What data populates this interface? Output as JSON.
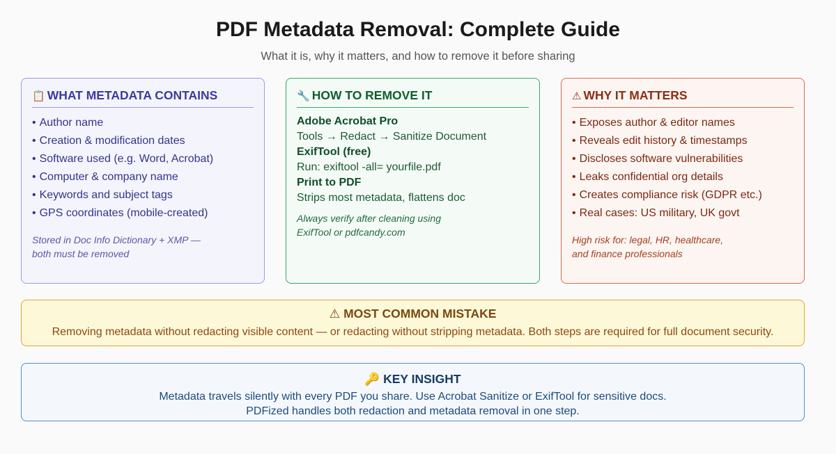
{
  "header": {
    "title": "PDF Metadata Removal: Complete Guide",
    "subtitle": "What it is, why it matters, and how to remove it before sharing"
  },
  "metadata_card": {
    "icon": "clipboard-icon",
    "title": "WHAT METADATA CONTAINS",
    "items": [
      "Author name",
      "Creation & modification dates",
      "Software used (e.g. Word, Acrobat)",
      "Computer & company name",
      "Keywords and subject tags",
      "GPS coordinates (mobile-created)"
    ],
    "note_line1": "Stored in Doc Info Dictionary + XMP —",
    "note_line2": "both must be removed",
    "color": "#9d9be0"
  },
  "remove_card": {
    "icon": "wrench-icon",
    "title": "HOW TO REMOVE IT",
    "methods": [
      {
        "name": "Adobe Acrobat Pro",
        "desc": "Tools → Redact → Sanitize Document"
      },
      {
        "name": "ExifTool (free)",
        "desc": "Run: exiftool -all= yourfile.pdf"
      },
      {
        "name": "Print to PDF",
        "desc": "Strips most metadata, flattens doc"
      }
    ],
    "note_line1": "Always verify after cleaning using",
    "note_line2": "ExifTool or pdfcandy.com",
    "color": "#33a866"
  },
  "why_card": {
    "icon": "warning-icon",
    "title": "WHY IT MATTERS",
    "items": [
      "Exposes author & editor names",
      "Reveals edit history & timestamps",
      "Discloses software vulnerabilities",
      "Leaks confidential org details",
      "Creates compliance risk (GDPR etc.)",
      "Real cases: US military, UK govt"
    ],
    "note_line1": "High risk for: legal, HR, healthcare,",
    "note_line2": "and finance professionals",
    "color": "#e06a4c"
  },
  "mistake": {
    "icon": "warning-icon",
    "title": "MOST COMMON MISTAKE",
    "text": "Removing metadata without redacting visible content — or redacting without stripping metadata. Both steps are required for full document security.",
    "color": "#e0a630"
  },
  "insight": {
    "icon": "key-icon",
    "title": "KEY INSIGHT",
    "line1": "Metadata travels silently with every PDF you share. Use Acrobat Sanitize or ExifTool for sensitive docs.",
    "line2": "PDFized handles both redaction and metadata removal in one step.",
    "color": "#4a90d0"
  }
}
